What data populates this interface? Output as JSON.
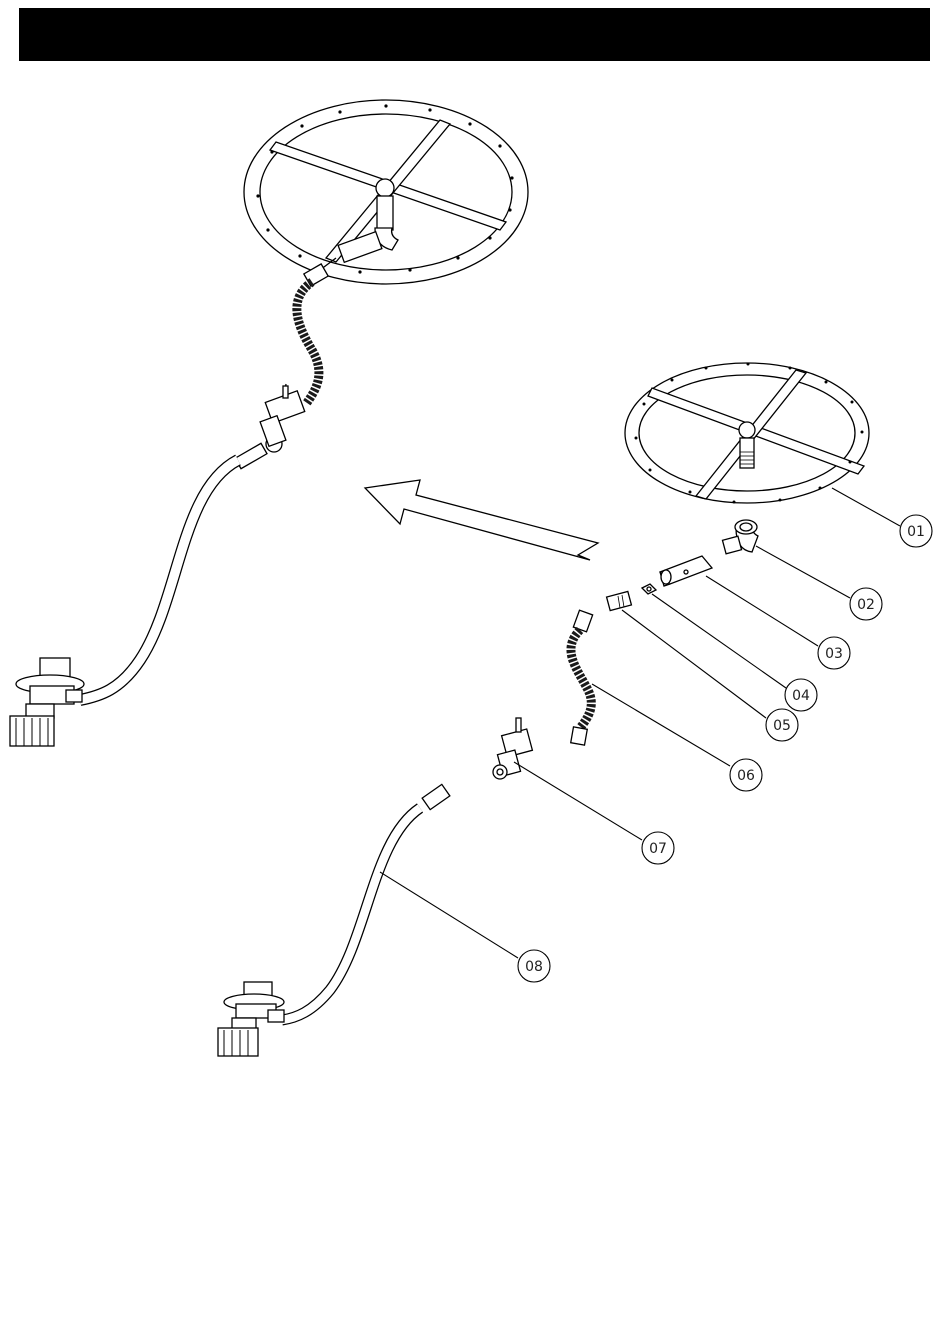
{
  "header": {
    "title": ""
  },
  "colors": {
    "bar": "#000000",
    "line": "#000000",
    "hose": "#1a1a1a"
  },
  "callouts": [
    {
      "id": "01",
      "label": "01",
      "part": "burner-ring"
    },
    {
      "id": "02",
      "label": "02",
      "part": "elbow-fitting"
    },
    {
      "id": "03",
      "label": "03",
      "part": "air-mixer-pipe"
    },
    {
      "id": "04",
      "label": "04",
      "part": "orifice"
    },
    {
      "id": "05",
      "label": "05",
      "part": "flare-fitting"
    },
    {
      "id": "06",
      "label": "06",
      "part": "flex-gas-line"
    },
    {
      "id": "07",
      "label": "07",
      "part": "control-valve"
    },
    {
      "id": "08",
      "label": "08",
      "part": "regulator-hose"
    }
  ]
}
